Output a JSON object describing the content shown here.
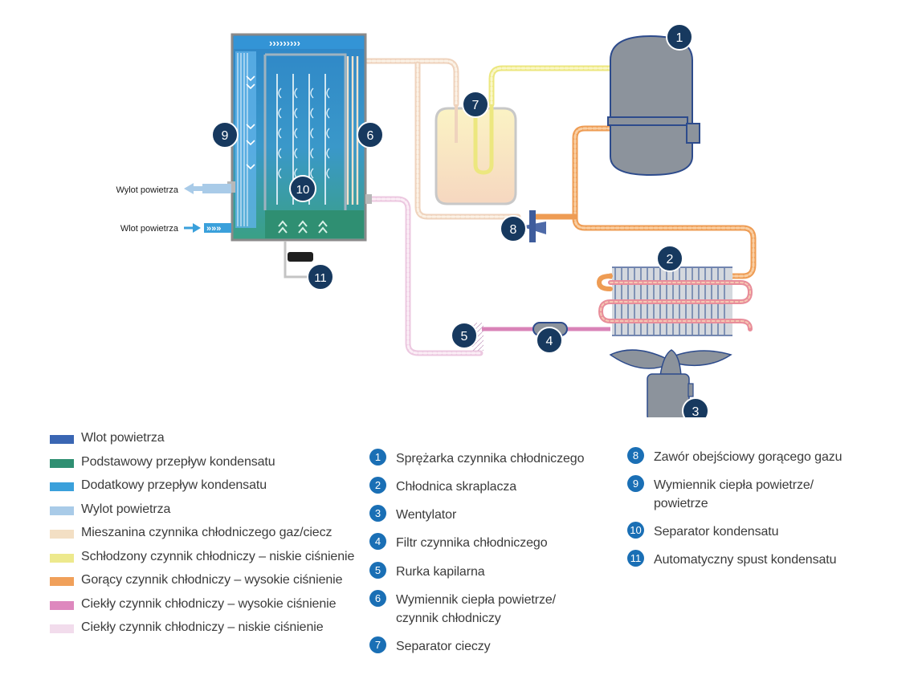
{
  "external_labels": {
    "air_outlet": "Wylot powietrza",
    "air_inlet": "Wlot powietrza"
  },
  "diagram_badges": [
    "1",
    "2",
    "3",
    "4",
    "5",
    "6",
    "7",
    "8",
    "9",
    "10",
    "11"
  ],
  "colors": {
    "badge_bg": "#17395f",
    "legend_badge_bg": "#1a6fb5",
    "air_inlet": "#3a66b3",
    "primary_condensate": "#2f8f72",
    "secondary_condensate": "#3aa0db",
    "air_outlet": "#a9cbe8",
    "gas_liquid_mix": "#f3dfc4",
    "cooled_low_pressure": "#ede98d",
    "hot_high_pressure": "#f0a05a",
    "liquid_high_pressure": "#de88be",
    "liquid_low_pressure": "#f2dcec"
  },
  "color_legend": [
    {
      "label": "Wlot powietrza",
      "color": "#3a66b3"
    },
    {
      "label": "Podstawowy przepływ kondensatu",
      "color": "#2f8f72"
    },
    {
      "label": "Dodatkowy przepływ kondensatu",
      "color": "#3aa0db"
    },
    {
      "label": "Wylot powietrza",
      "color": "#a9cbe8"
    },
    {
      "label": "Mieszanina czynnika chłodniczego gaz/ciecz",
      "color": "#f3dfc4"
    },
    {
      "label": "Schłodzony czynnik chłodniczy – niskie ciśnienie",
      "color": "#ede98d"
    },
    {
      "label": "Gorący czynnik chłodniczy – wysokie ciśnienie",
      "color": "#f0a05a"
    },
    {
      "label": "Ciekły czynnik chłodniczy – wysokie ciśnienie",
      "color": "#de88be"
    },
    {
      "label": "Ciekły czynnik chłodniczy – niskie ciśnienie",
      "color": "#f2dcec"
    }
  ],
  "component_legend": [
    {
      "num": "1",
      "label": "Sprężarka czynnika chłodniczego"
    },
    {
      "num": "2",
      "label": "Chłodnica skraplacza"
    },
    {
      "num": "3",
      "label": "Wentylator"
    },
    {
      "num": "4",
      "label": "Filtr czynnika chłodniczego"
    },
    {
      "num": "5",
      "label": "Rurka kapilarna"
    },
    {
      "num": "6",
      "label": "Wymiennik ciepła powietrze/ czynnik chłodniczy"
    },
    {
      "num": "7",
      "label": "Separator cieczy"
    },
    {
      "num": "8",
      "label": "Zawór obejściowy gorącego gazu"
    },
    {
      "num": "9",
      "label": "Wymiennik ciepła powietrze/ powietrze"
    },
    {
      "num": "10",
      "label": "Separator kondensatu"
    },
    {
      "num": "11",
      "label": "Automatyczny spust kondensatu"
    }
  ]
}
